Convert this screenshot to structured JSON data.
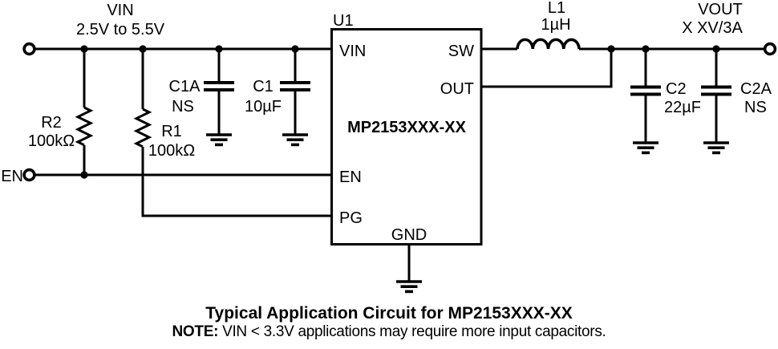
{
  "colors": {
    "ink": "#000000",
    "background": "#ffffff"
  },
  "schematic": {
    "input": {
      "net_label": "VIN",
      "range": "2.5V to 5.5V"
    },
    "enable_terminal": {
      "label": "EN"
    },
    "output": {
      "net_label": "VOUT",
      "rating": "X XV/3A"
    },
    "ic": {
      "designator": "U1",
      "part_number": "MP2153XXX-XX",
      "pins": {
        "vin": "VIN",
        "sw": "SW",
        "out": "OUT",
        "en": "EN",
        "pg": "PG",
        "gnd": "GND"
      }
    },
    "components": {
      "r2": {
        "ref": "R2",
        "value": "100kΩ"
      },
      "r1": {
        "ref": "R1",
        "value": "100kΩ"
      },
      "c1a": {
        "ref": "C1A",
        "value": "NS"
      },
      "c1": {
        "ref": "C1",
        "value": "10µF"
      },
      "l1": {
        "ref": "L1",
        "value": "1µH"
      },
      "c2": {
        "ref": "C2",
        "value": "22µF"
      },
      "c2a": {
        "ref": "C2A",
        "value": "NS"
      }
    }
  },
  "caption": {
    "title": "Typical Application Circuit for MP2153XXX-XX",
    "note_label": "NOTE:",
    "note_text": " VIN < 3.3V applications may require more input capacitors."
  }
}
